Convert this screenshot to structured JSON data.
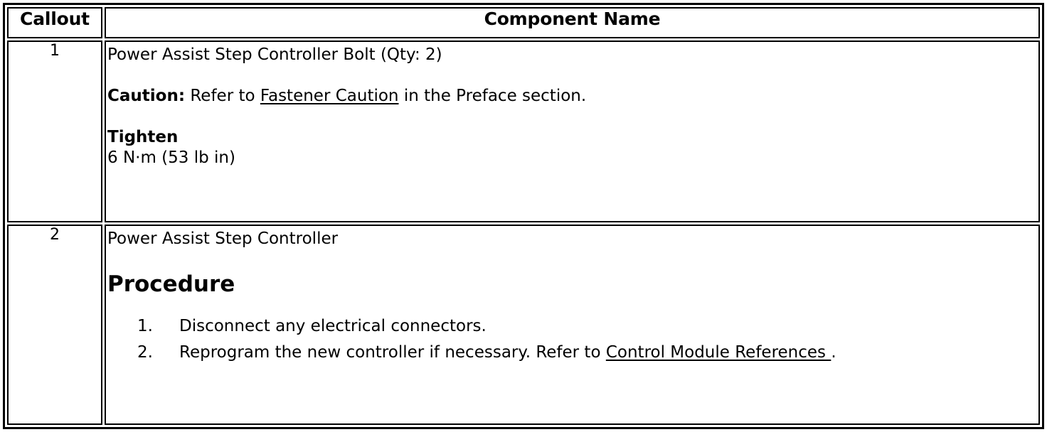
{
  "table": {
    "headers": {
      "callout": "Callout",
      "component_name": "Component Name"
    },
    "rows": [
      {
        "callout": "1",
        "title": "Power Assist Step Controller Bolt (Qty: 2)",
        "caution_label": "Caution:",
        "caution_pre": " Refer to ",
        "caution_link": "Fastener Caution",
        "caution_post": " in the Preface section.",
        "tighten_label": "Tighten",
        "tighten_value": "6 N·m (53 lb in)"
      },
      {
        "callout": "2",
        "title": "Power Assist Step Controller",
        "procedure_heading": "Procedure",
        "steps": [
          {
            "marker": "1.",
            "text": "Disconnect any electrical connectors."
          },
          {
            "marker": "2.",
            "pre": "Reprogram the new controller if necessary. Refer to ",
            "link": "Control Module References ",
            "post": "."
          }
        ]
      }
    ]
  },
  "style": {
    "border_color": "#000000",
    "text_color": "#000000",
    "background": "#ffffff"
  }
}
